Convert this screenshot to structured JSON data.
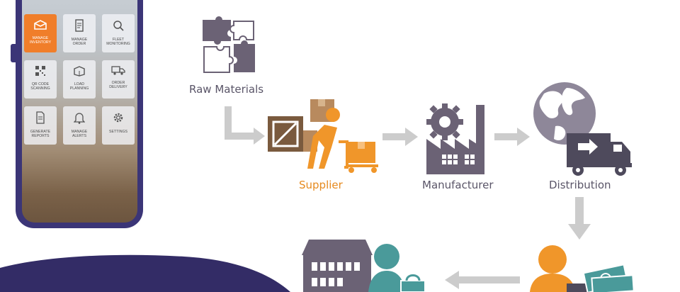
{
  "phone_menu": [
    {
      "label": "MANAGE\nINVENTORY",
      "icon": "inventory-box-icon",
      "active": true
    },
    {
      "label": "MANAGE\nORDER",
      "icon": "order-document-icon",
      "active": false
    },
    {
      "label": "FLEET\nMONITORING",
      "icon": "magnifier-icon",
      "active": false
    },
    {
      "label": "QR CODE\nSCANNING",
      "icon": "qr-code-icon",
      "active": false
    },
    {
      "label": "LOAD\nPLANNING",
      "icon": "box-icon",
      "active": false
    },
    {
      "label": "ORDER\nDELIVERY",
      "icon": "delivery-truck-icon",
      "active": false
    },
    {
      "label": "GENERATE\nREPORTS",
      "icon": "report-icon",
      "active": false
    },
    {
      "label": "MANAGE\nALERTS",
      "icon": "bell-icon",
      "active": false
    },
    {
      "label": "SETTINGS",
      "icon": "gear-icon",
      "active": false
    }
  ],
  "supply_chain": {
    "nodes": [
      {
        "label": "Raw Materials",
        "icon": "puzzle-pieces-icon",
        "color": "#5a5568"
      },
      {
        "label": "Supplier",
        "icon": "worker-with-boxes-icon",
        "color": "#e68a1f"
      },
      {
        "label": "Manufacturer",
        "icon": "factory-icon",
        "color": "#5a5568"
      },
      {
        "label": "Distribution",
        "icon": "globe-truck-icon",
        "color": "#5a5568"
      }
    ]
  },
  "colors": {
    "orange": "#f0962a",
    "purple_gray": "#6b6275",
    "arrow_gray": "#cccccc",
    "phone_frame": "#3b3577",
    "blob": "#332c66"
  }
}
